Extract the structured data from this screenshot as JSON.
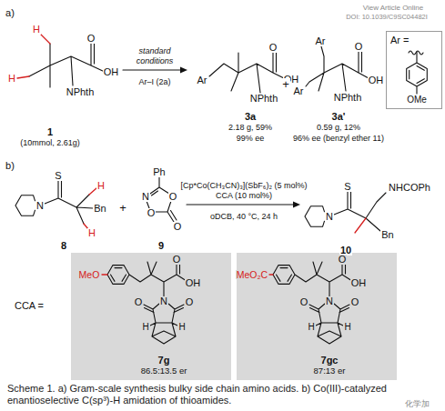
{
  "diagram": {
    "caption": "Scheme 1. a) Gram-scale synthesis bulky side chain amino acids. b) Co(III)-catalyzed enantioselective C(sp³)-H amidation of thioamides.",
    "nodes": [
      {
        "text": [
          "Ar ="
        ]
      },
      {
        "text": [
          "7g",
          "86.5:13.5 er"
        ]
      },
      {
        "text": [
          "7gc",
          "87:13 er"
        ]
      }
    ],
    "labels": [
      "View Article Online",
      "DOI: 10.1039/C9SC04482I",
      "a)",
      "H",
      "H",
      "O",
      "OH",
      "NPhth",
      "1",
      "(10mmol, 2.61g)",
      "standard",
      "conditions",
      "Ar–I (2a)",
      "Ar",
      "O",
      "OH",
      "NPhth",
      "3a",
      "2.18 g, 59%",
      "99% ee",
      "+",
      "Ar",
      "Ar",
      "O",
      "OH",
      "NPhth",
      "3a'",
      "0.59 g, 12%",
      "96% ee (benzyl ether 11)",
      "OMe",
      "b)",
      "N",
      "S",
      "H",
      "Bn",
      "H",
      "8",
      "+",
      "Ph",
      "N",
      "O",
      "O",
      "O",
      "9",
      "[Cp*Co(CH₃CN)₃](SbF₆)₂ (5 mol%)",
      "CCA (10 mol%)",
      "oDCB, 40 °C, 24 h",
      "N",
      "S",
      "NHCOPh",
      "Bn",
      "10",
      "CCA =",
      "MeO",
      "O",
      "OH",
      "N",
      "O",
      "O",
      "H",
      "H",
      "MeO₂C",
      "O",
      "OH",
      "N",
      "O",
      "O",
      "H",
      "H",
      "化学加"
    ]
  }
}
